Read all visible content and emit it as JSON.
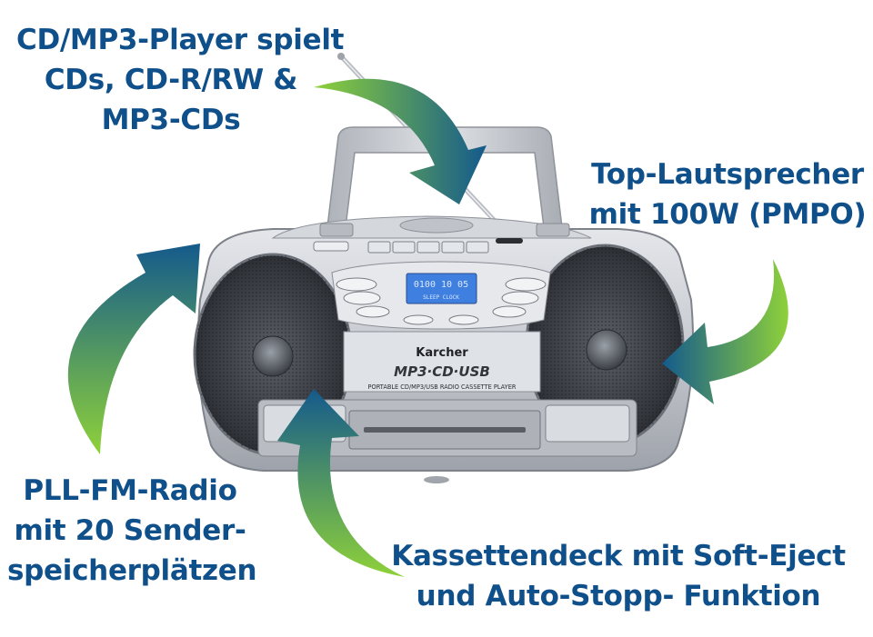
{
  "callouts": {
    "cd_player": [
      "CD/MP3-Player spielt",
      "CDs, CD-R/RW &",
      "MP3-CDs"
    ],
    "speakers": [
      "Top-Lautsprecher",
      "mit 100W (PMPO)"
    ],
    "fm_radio": [
      "PLL-FM-Radio",
      "mit 20 Sender-",
      "speicherplätzen"
    ],
    "cassette": [
      "Kassettendeck mit Soft-Eject",
      "und Auto-Stopp- Funktion"
    ]
  },
  "device": {
    "brand": "Karcher",
    "formats": "MP3·CD·USB",
    "subtitle": "PORTABLE CD/MP3/USB RADIO CASSETTE PLAYER",
    "lcd_line1": "0100 10 05",
    "lcd_line2": "SLEEP  CLOCK"
  },
  "colors": {
    "callout_text": "#0f4f8a",
    "arrow_light": "#8ed13a",
    "arrow_dark": "#145a8c",
    "body_silver": "#c9ccd2",
    "lcd_blue": "#3f7fe0"
  }
}
